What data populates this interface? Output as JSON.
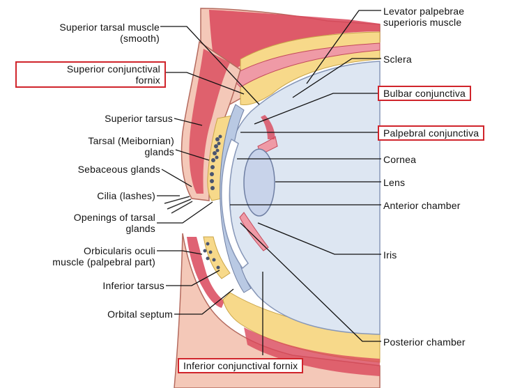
{
  "labels": {
    "superior_tarsal_muscle": {
      "line1": "Superior tarsal muscle",
      "line2": "(smooth)"
    },
    "superior_conjunctival_fornix": {
      "line1": "Superior conjunctival",
      "line2": "fornix"
    },
    "superior_tarsus": "Superior tarsus",
    "tarsal_glands": {
      "line1": "Tarsal (Meibornian)",
      "line2": "glands"
    },
    "sebaceous_glands": "Sebaceous glands",
    "cilia": "Cilia (lashes)",
    "openings_of_tarsal_glands": {
      "line1": "Openings of tarsal",
      "line2": "glands"
    },
    "orbicularis_oculi": {
      "line1": "Orbicularis oculi",
      "line2": "muscle (palpebral part)"
    },
    "inferior_tarsus": "Inferior tarsus",
    "orbital_septum": "Orbital septum",
    "inferior_conjunctival_fornix": "Inferior conjunctival fornix",
    "levator": {
      "line1": "Levator palpebrae",
      "line2": "superioris muscle"
    },
    "sclera": "Sclera",
    "bulbar_conjunctiva": "Bulbar conjunctiva",
    "palpebral_conjunctiva": "Palpebral conjunctiva",
    "cornea": "Cornea",
    "lens": "Lens",
    "anterior_chamber": "Anterior chamber",
    "iris": "Iris",
    "posterior_chamber": "Posterior chamber"
  },
  "highlighted_labels": [
    "Superior conjunctival fornix",
    "Bulbar conjunctiva",
    "Palpebral conjunctiva",
    "Inferior conjunctival fornix"
  ],
  "colors": {
    "muscle": "#d9475a",
    "muscle_light": "#ef9aa6",
    "fat": "#f7d98a",
    "conjunctiva": "#b9c9e3",
    "sclera": "#dde6f2",
    "lens": "#c8d3ea",
    "gland": "#4a5570",
    "highlight_border": "#d0242b"
  }
}
